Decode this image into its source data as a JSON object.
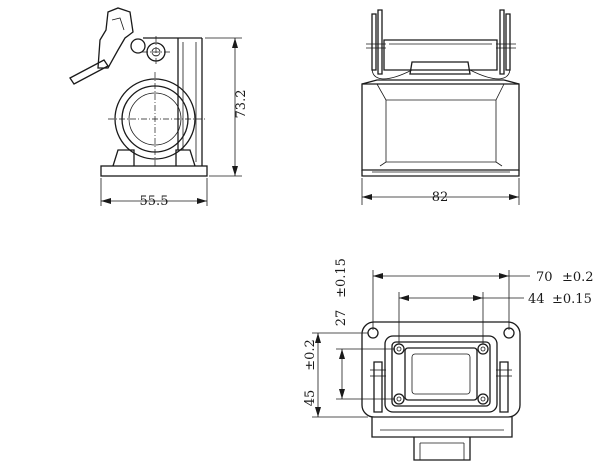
{
  "dimensions": {
    "side_height": "73.2",
    "side_width": "55.5",
    "front_width": "82",
    "top_outer": "70",
    "top_outer_tol": "±0.2",
    "top_inner": "44",
    "top_inner_tol": "±0.15",
    "top_v_upper": "27",
    "top_v_upper_tol": "±0.15",
    "top_v_lower": "45",
    "top_v_lower_tol": "±0.2"
  }
}
